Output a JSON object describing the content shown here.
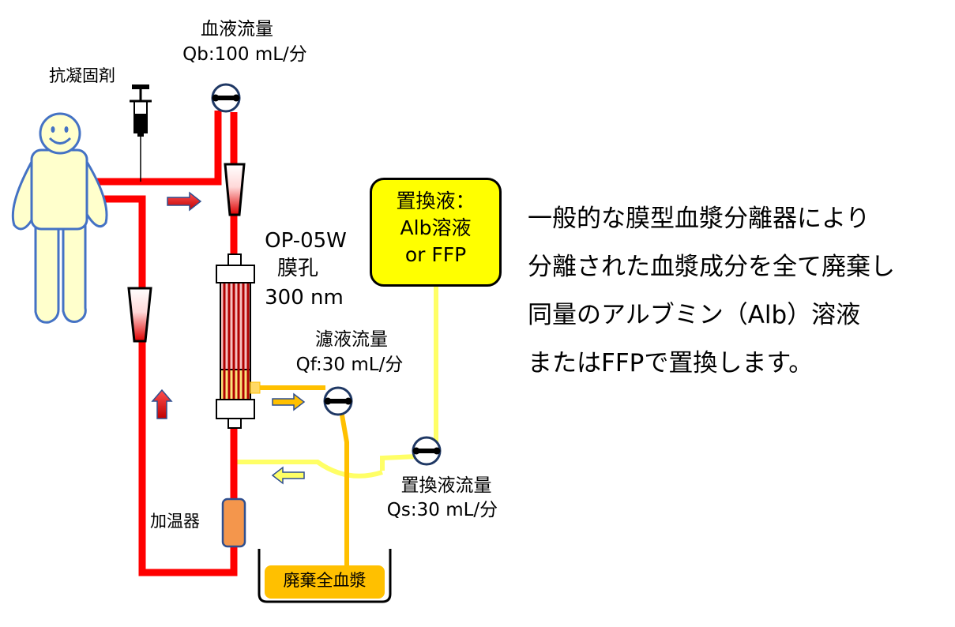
{
  "labels": {
    "blood_flow_title": "血液流量",
    "blood_flow_value": "Qb:100 mL/分",
    "anticoagulant": "抗凝固剤",
    "filter_model": "OP-05W",
    "pore_label": "膜孔",
    "pore_value": "300 nm",
    "filtrate_title": "濾液流量",
    "filtrate_value": "Qf:30 mL/分",
    "sub_flow_title": "置換液流量",
    "sub_flow_value": "Qs:30 mL/分",
    "warmer": "加温器",
    "waste": "廃棄全血漿"
  },
  "substitution_box": {
    "line1": "置換液：",
    "line2": "Alb溶液",
    "line3": "or FFP"
  },
  "description": {
    "line1": "一般的な膜型血漿分離器により",
    "line2": "分離された血漿成分を全て廃棄し",
    "line3": "同量のアルブミン（Alb）溶液",
    "line4": "またはFFPで置換します。"
  },
  "colors": {
    "blood_line": "#ff0000",
    "filtrate_line": "#ffc000",
    "substitution_line": "#ffff66",
    "patient_body": "#ffffcc",
    "patient_outline": "#4472c4",
    "warmer": "#f4964c",
    "substitution_box": "#ffff00"
  }
}
